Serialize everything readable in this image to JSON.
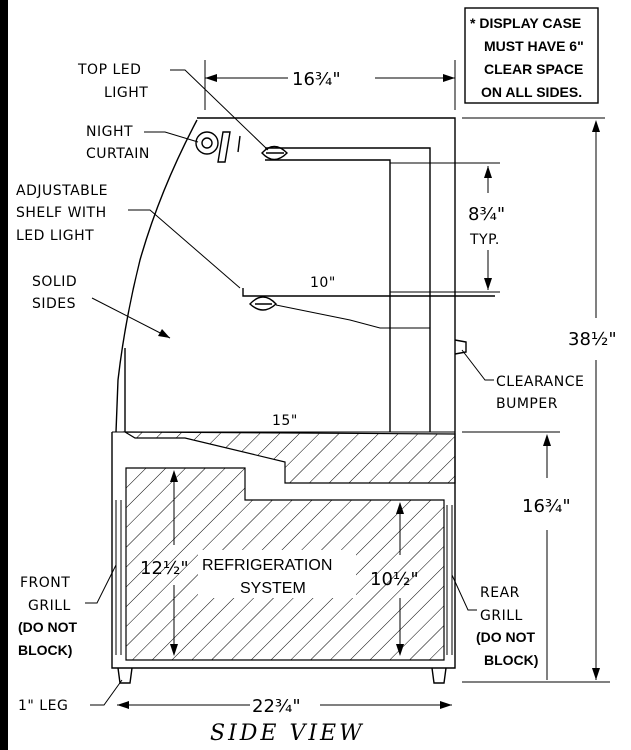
{
  "note": {
    "line1": "* DISPLAY CASE",
    "line2": "MUST HAVE 6\"",
    "line3": "CLEAR SPACE",
    "line4": "ON ALL SIDES."
  },
  "labels": {
    "top_led_1": "TOP LED",
    "top_led_2": "LIGHT",
    "night_1": "NIGHT",
    "night_2": "CURTAIN",
    "shelf_1": "ADJUSTABLE",
    "shelf_2": "SHELF WITH",
    "shelf_3": "LED LIGHT",
    "solid_1": "SOLID",
    "solid_2": "SIDES",
    "bumper_1": "CLEARANCE",
    "bumper_2": "BUMPER",
    "front_1": "FRONT",
    "front_2": "GRILL",
    "front_3": "(DO NOT",
    "front_4": "BLOCK)",
    "rear_1": "REAR",
    "rear_2": "GRILL",
    "rear_3": "(DO NOT",
    "rear_4": "BLOCK)",
    "leg": "1\" LEG",
    "refrig_1": "REFRIGERATION",
    "refrig_2": "SYSTEM",
    "typ": "TYP."
  },
  "dimensions": {
    "top_width": "16¾\"",
    "shelf_spacing": "8¾\"",
    "overall_height": "38½\"",
    "base_height": "16¾\"",
    "shelf_depth": "10\"",
    "deck_depth": "15\"",
    "refrig_height_front": "12½\"",
    "refrig_height_rear": "10½\"",
    "overall_width": "22¾\""
  },
  "title": "SIDE VIEW"
}
